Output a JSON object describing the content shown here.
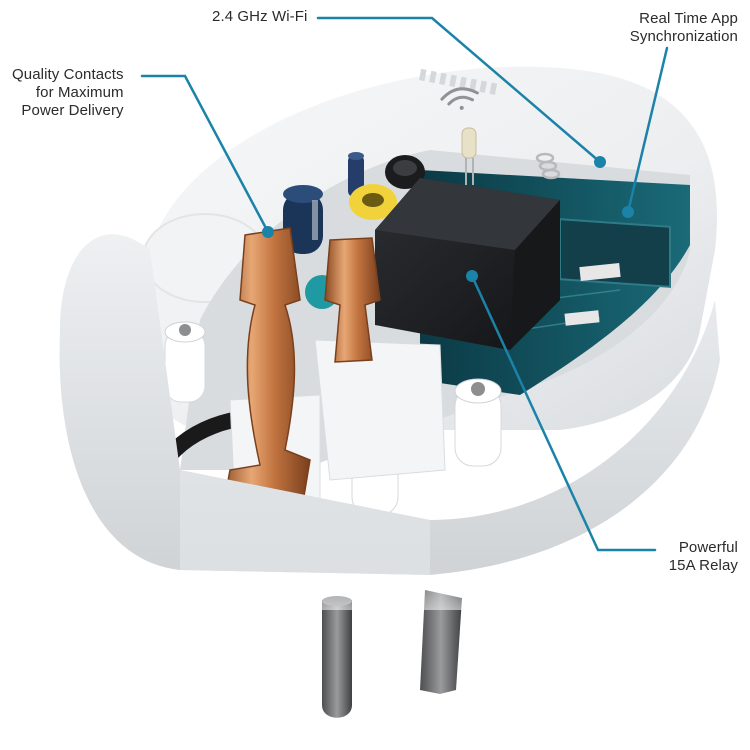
{
  "callouts": {
    "wifi": {
      "line1": "2.4 GHz Wi-Fi"
    },
    "sync": {
      "line1": "Real Time App",
      "line2": "Synchronization"
    },
    "contacts": {
      "line1": "Quality Contacts",
      "line2": "for Maximum",
      "line3": "Power Delivery"
    },
    "relay": {
      "line1": "Powerful",
      "line2": "15A Relay"
    }
  },
  "colors": {
    "callout_line": "#1b83a8",
    "housing": "#eeeff1",
    "pcb": "#0f4a57",
    "relay": "#1d1f22",
    "copper": "#c47a45",
    "prong": "#6e6e70"
  }
}
